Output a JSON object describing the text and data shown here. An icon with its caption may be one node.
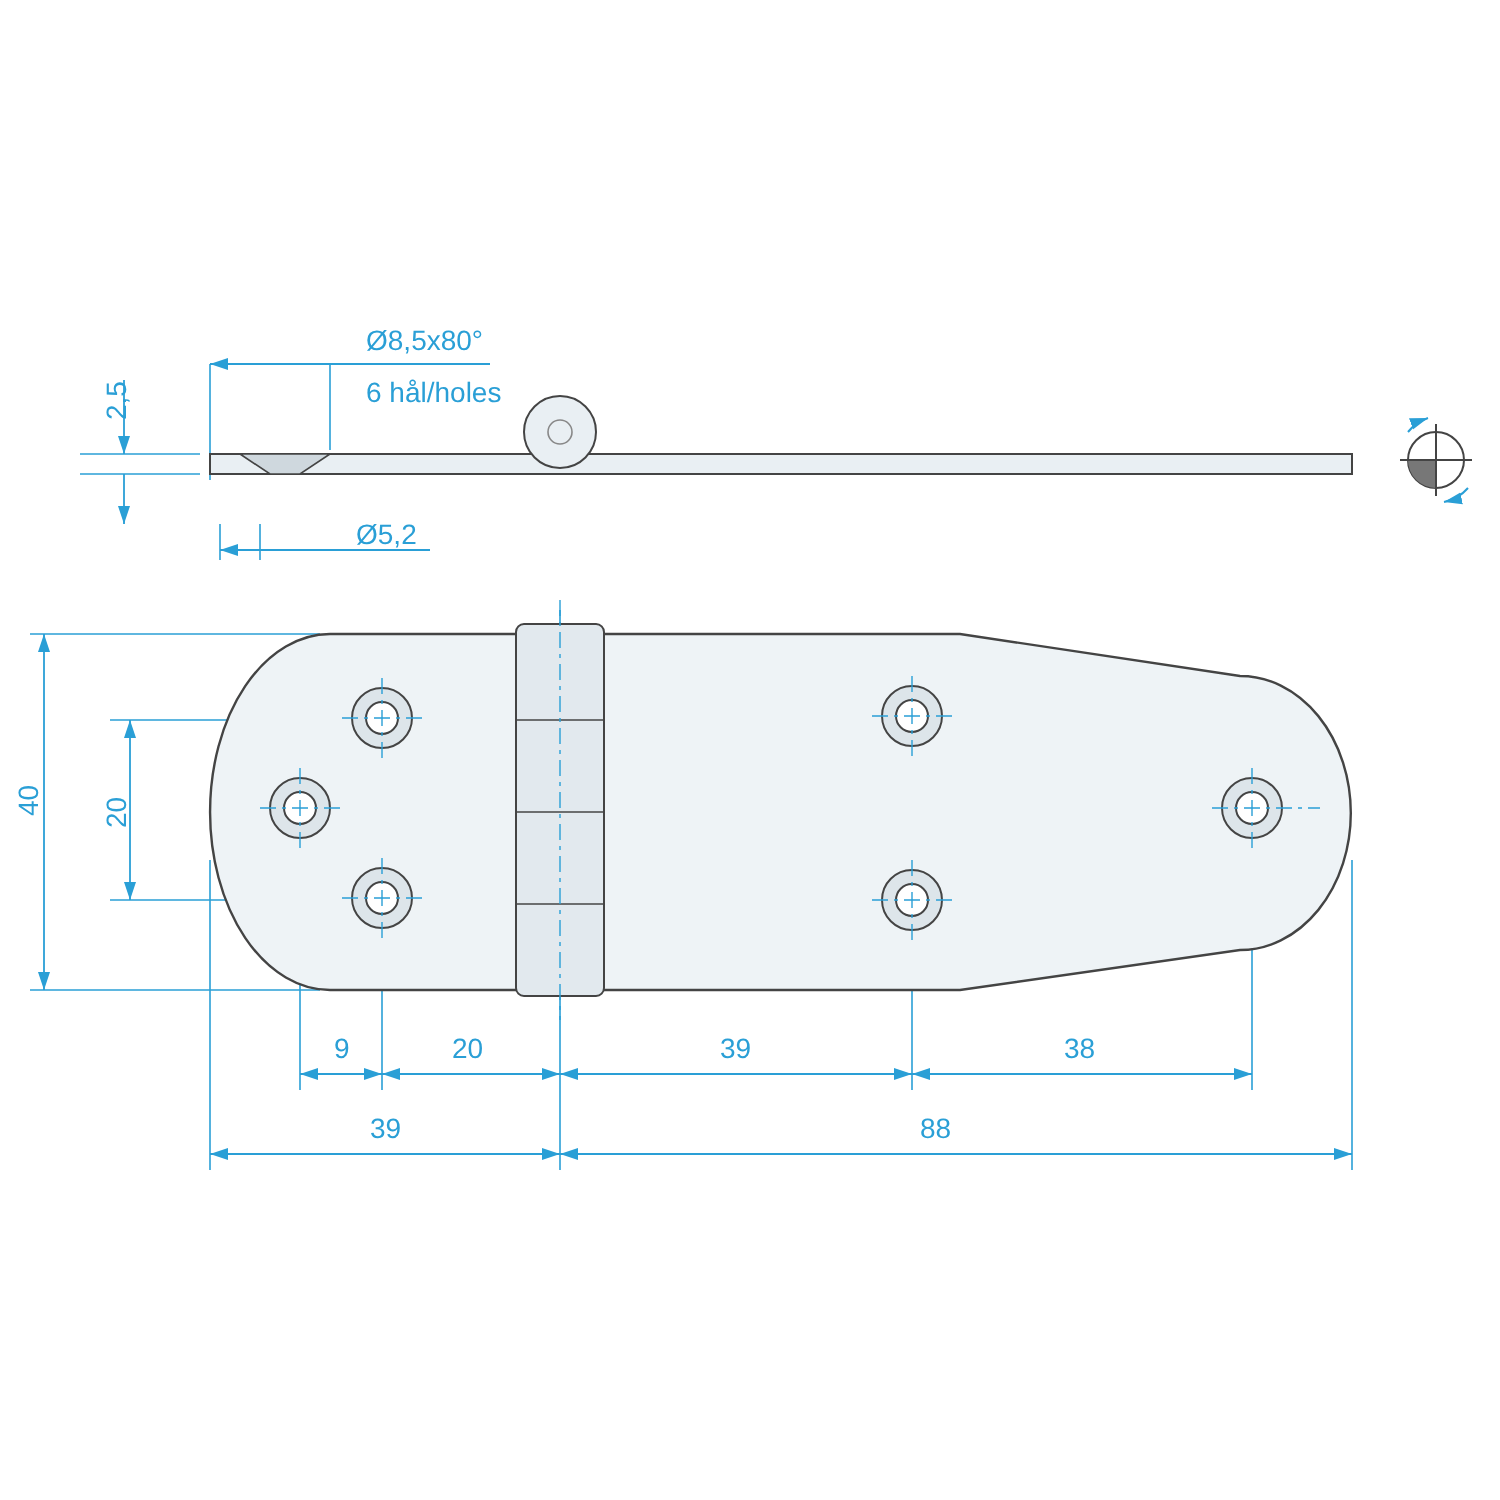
{
  "diagram": {
    "labels": [
      "Ø8,5x80°",
      "6 hål/holes",
      "2,5",
      "Ø5,2",
      "40",
      "20",
      "9",
      "20",
      "39",
      "38",
      "39",
      "88"
    ]
  }
}
